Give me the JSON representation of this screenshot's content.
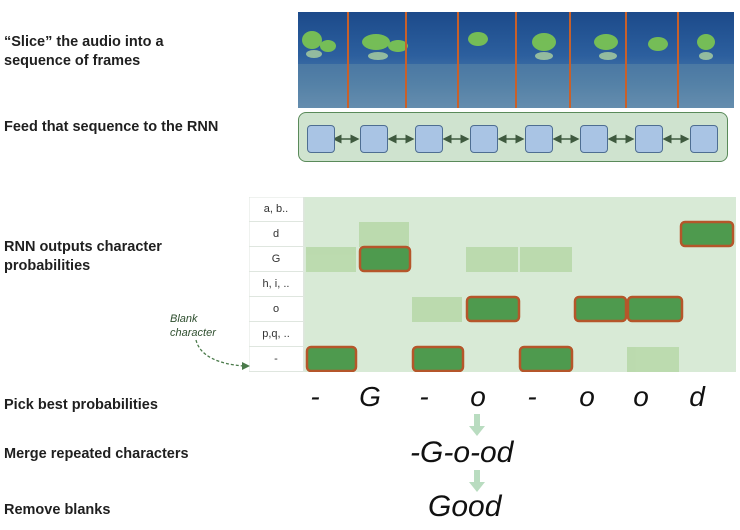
{
  "steps": {
    "slice": "“Slice” the audio into a sequence of frames",
    "feed": "Feed that sequence to the RNN",
    "outputs": "RNN outputs character probabilities",
    "pick": "Pick best probabilities",
    "merge": "Merge repeated characters",
    "remove": "Remove blanks"
  },
  "grid": {
    "row_labels": [
      "a, b..",
      "d",
      "G",
      "h, i, ..",
      "o",
      "p,q, ..",
      "-"
    ],
    "blank_note": "Blank character"
  },
  "best_chars": [
    "-",
    "G",
    "-",
    "o",
    "-",
    "o",
    "o",
    "d"
  ],
  "merged": "-G-o-od",
  "final": "Good",
  "colors": {
    "grid_bg": "#d8ead6",
    "selected_fill": "#4e9a4e",
    "selected_border": "#b5562a",
    "rnn_cell": "#a9c4e4",
    "divider": "#c8602a"
  }
}
